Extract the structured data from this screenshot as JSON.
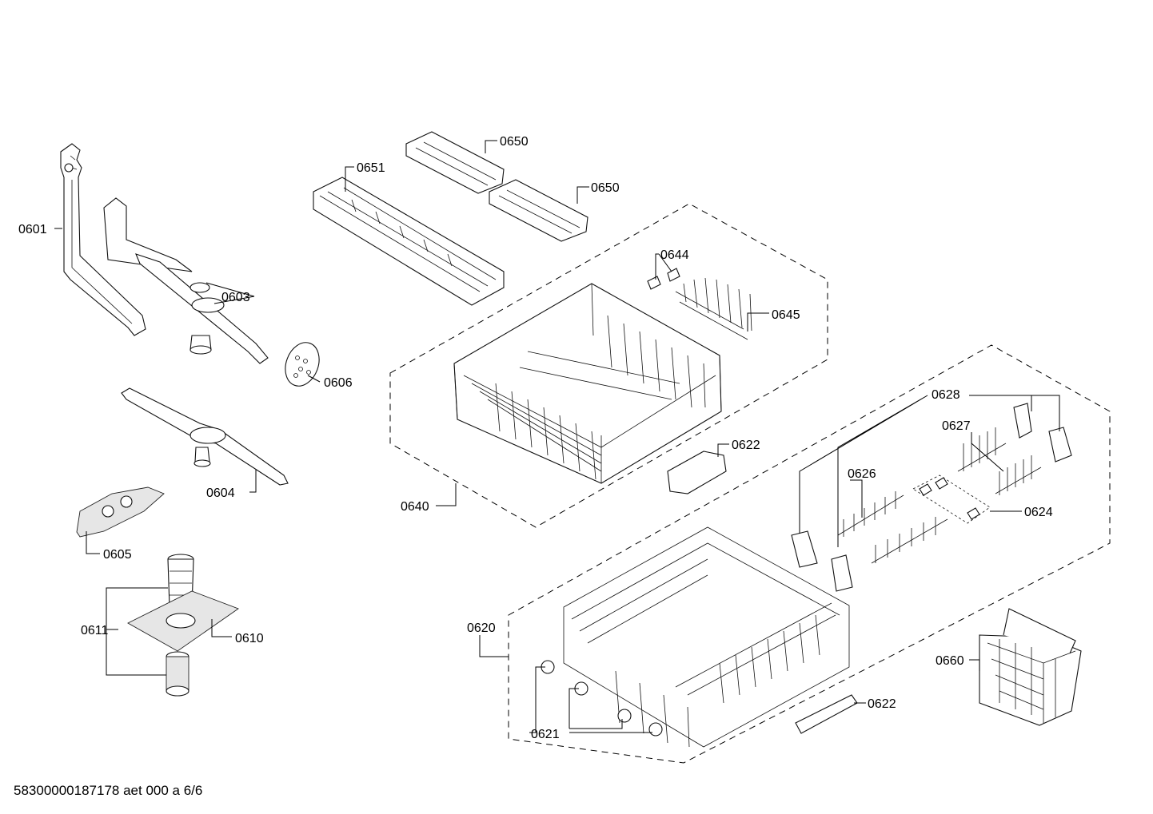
{
  "parts": {
    "p0601": "0601",
    "p0603": "0603",
    "p0606": "0606",
    "p0604": "0604",
    "p0605": "0605",
    "p0611": "0611",
    "p0610": "0610",
    "p0651": "0651",
    "p0650a": "0650",
    "p0650b": "0650",
    "p0644": "0644",
    "p0645": "0645",
    "p0640": "0640",
    "p0622a": "0622",
    "p0628": "0628",
    "p0627": "0627",
    "p0626": "0626",
    "p0624": "0624",
    "p0620": "0620",
    "p0621": "0621",
    "p0622b": "0622",
    "p0660": "0660"
  },
  "footer": "58300000187178 aet 000 a 6/6"
}
